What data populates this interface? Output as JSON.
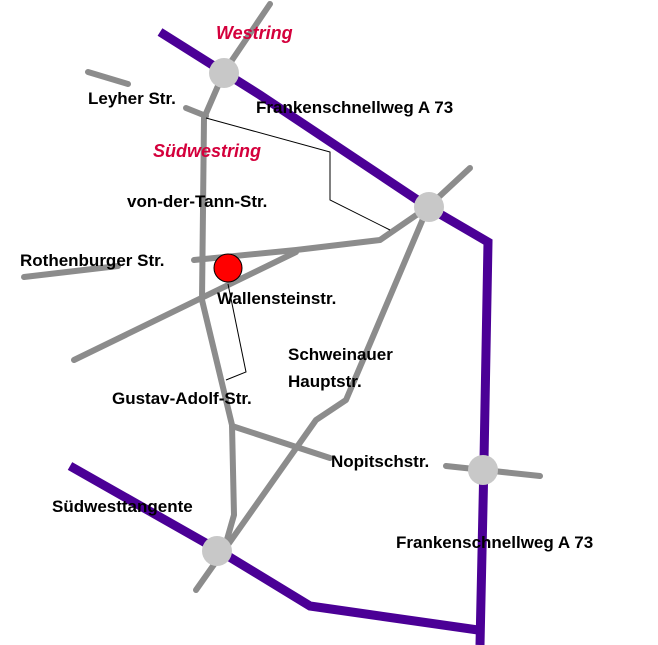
{
  "colors": {
    "highway": "#4b0096",
    "road": "#8c8c8c",
    "junction": "#c8c8c8",
    "marker": "#ff0000",
    "ring_label": "#d4003c",
    "label": "#000000"
  },
  "labels": {
    "westring": "Westring",
    "leyher": "Leyher Str.",
    "frankenschnellweg_north": "Frankenschnellweg A 73",
    "suedwestring": "Südwestring",
    "von_der_tann": "von-der-Tann-Str.",
    "rothenburger": "Rothenburger Str.",
    "wallenstein": "Wallensteinstr.",
    "schweinauer_1": "Schweinauer",
    "schweinauer_2": "Hauptstr.",
    "gustav_adolf": "Gustav-Adolf-Str.",
    "nopitsch": "Nopitschstr.",
    "suedwesttangente": "Südwesttangente",
    "frankenschnellweg_south": "Frankenschnellweg A 73"
  },
  "marker": {
    "name": "location",
    "street": "Wallensteinstr."
  },
  "junctions": [
    "Westring / A 73",
    "A 73 / Rothenburger Str.",
    "A 73 / Nopitschstr.",
    "Südwesttangente / Schweinauer Hauptstr."
  ]
}
